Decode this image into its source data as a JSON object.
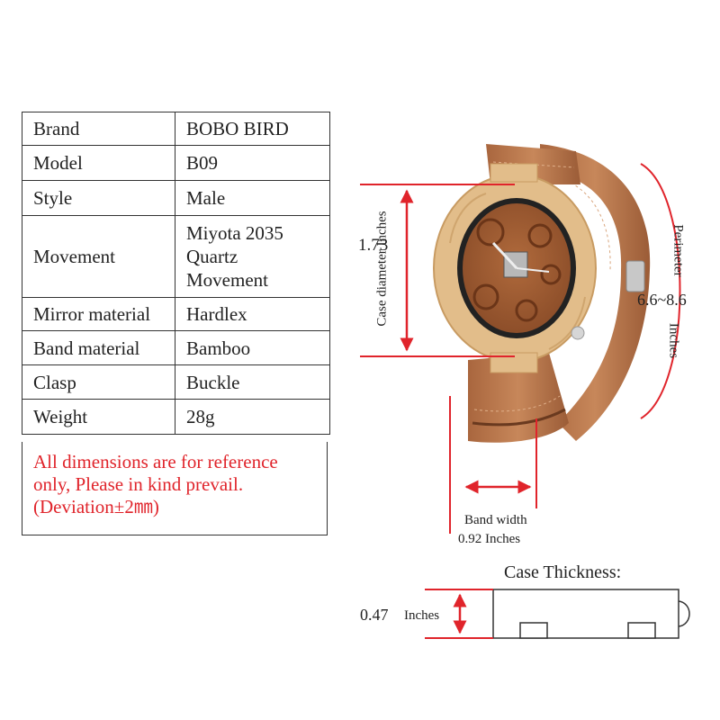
{
  "specs": [
    {
      "key": "Brand",
      "value": "BOBO BIRD"
    },
    {
      "key": "Model",
      "value": "B09"
    },
    {
      "key": "Style",
      "value": "Male"
    },
    {
      "key": "Movement",
      "value": "Miyota 2035\nQuartz\nMovement"
    },
    {
      "key": "Mirror material",
      "value": "Hardlex"
    },
    {
      "key": "Band material",
      "value": "Bamboo"
    },
    {
      "key": "Clasp",
      "value": "Buckle"
    },
    {
      "key": "Weight",
      "value": "28g"
    }
  ],
  "note": "All dimensions are for reference\nonly, Please in kind prevail.\n(Deviation±2㎜)",
  "dimensions": {
    "case_diameter_label": "Case diameter  Inches",
    "case_diameter_value": "1.73",
    "perimeter_label": "Perimeter",
    "perimeter_value": "6.6~8.6",
    "perimeter_unit": "Inches",
    "band_width_label": "Band width",
    "band_width_value": "0.92 Inches",
    "case_thickness_label": "Case  Thickness:",
    "thickness_value": "0.47",
    "thickness_unit": "Inches"
  },
  "colors": {
    "accent_red": "#e0242b",
    "bamboo": "#e2bd8a",
    "leather": "#b7754a",
    "dial": "#9a5a32"
  }
}
